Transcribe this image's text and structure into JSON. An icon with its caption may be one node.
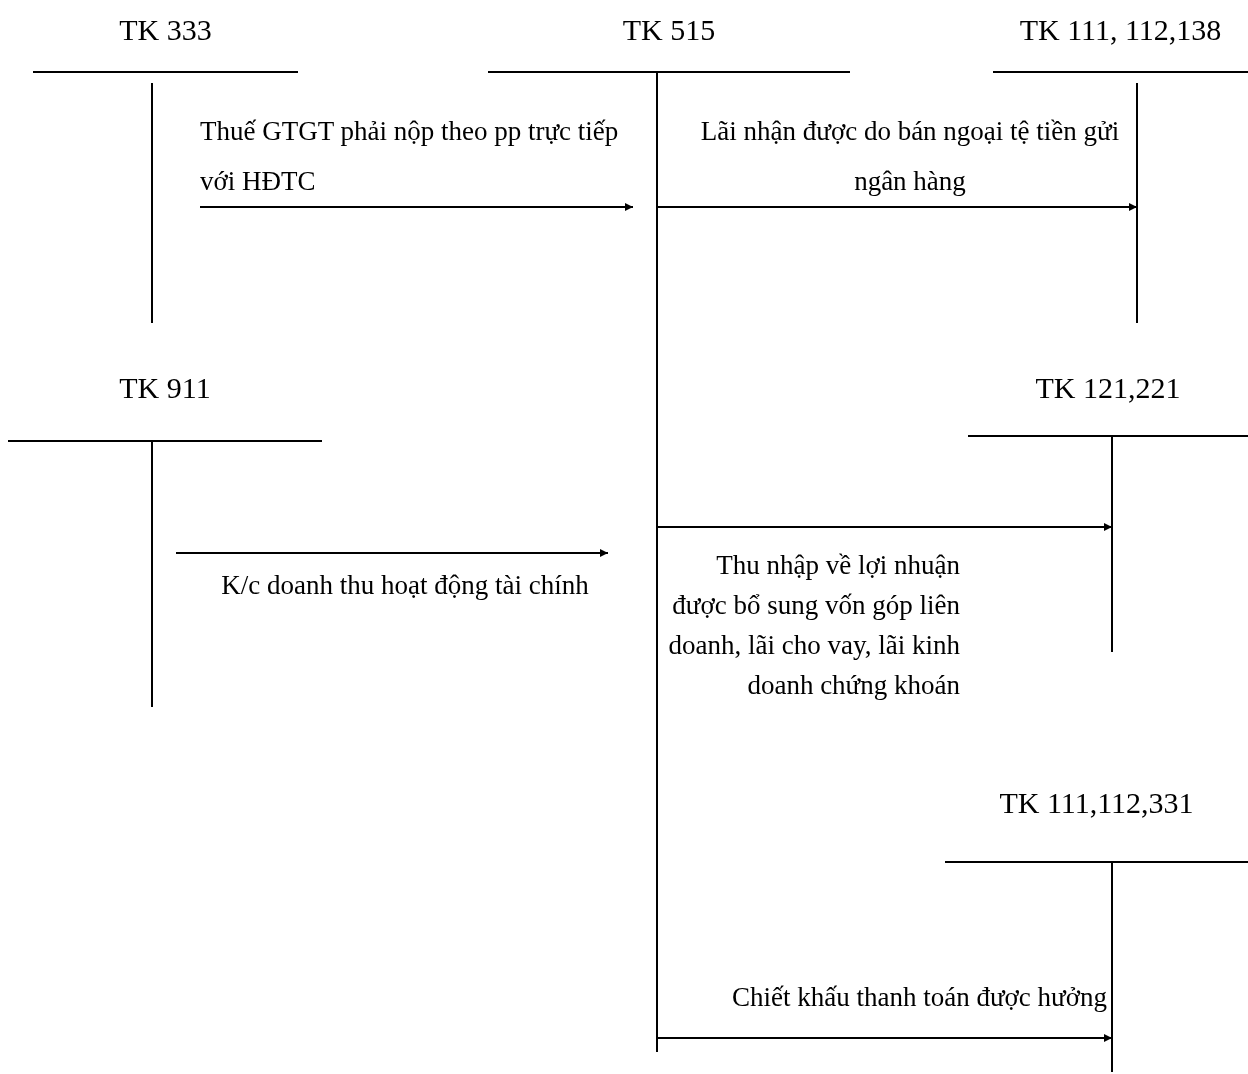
{
  "diagram": {
    "nodes": [
      {
        "text": [
          "TK 333"
        ]
      },
      {
        "text": [
          "TK 515"
        ]
      },
      {
        "text": [
          "TK 111, 112,138"
        ]
      },
      {
        "text": [
          "TK 911"
        ]
      },
      {
        "text": [
          "TK 121,221"
        ]
      },
      {
        "text": [
          "TK 111,112,331"
        ]
      }
    ],
    "edges": [
      {
        "from": 0,
        "to": 1,
        "arrow": "to",
        "label": "Thuế GTGT phải nộp theo pp trực tiếp với HĐTC"
      },
      {
        "from": 1,
        "to": 2,
        "arrow": "to",
        "label": "Lãi nhận được do bán ngoại tệ tiền gửi ngân hàng"
      },
      {
        "from": 3,
        "to": 1,
        "arrow": "to",
        "label": "K/c doanh thu hoạt động tài chính"
      },
      {
        "from": 1,
        "to": 4,
        "arrow": "to",
        "label": "Thu nhập về lợi nhuận được bổ sung vốn góp liên doanh, lãi cho vay, lãi kinh doanh chứng khoán"
      },
      {
        "from": 1,
        "to": 5,
        "arrow": "to",
        "label": "Chiết khấu thanh toán được hưởng"
      }
    ]
  }
}
